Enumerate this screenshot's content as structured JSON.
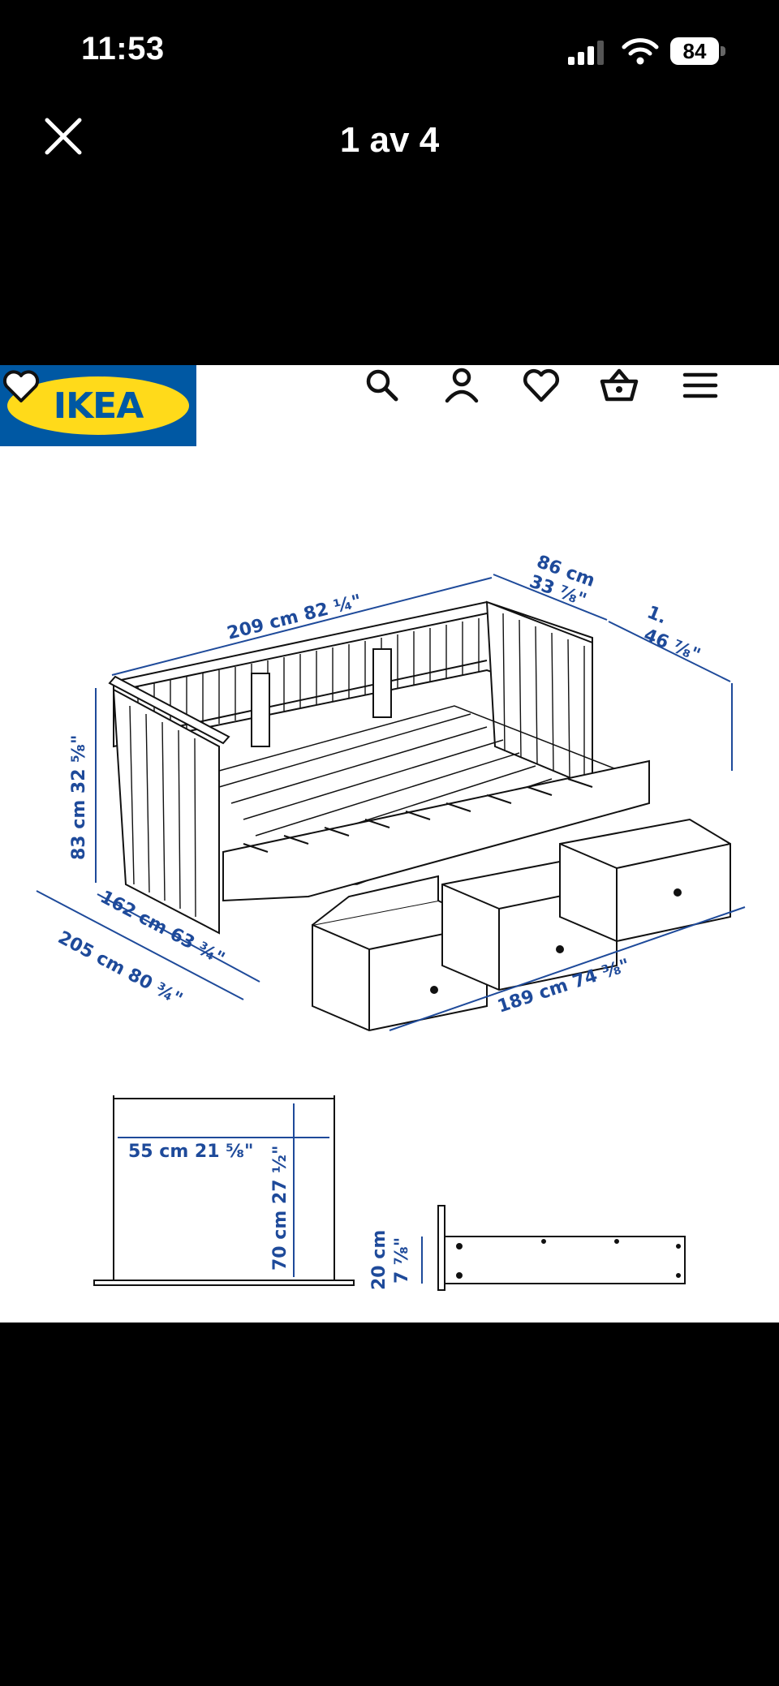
{
  "status_bar": {
    "time": "11:53",
    "battery": "84"
  },
  "viewer": {
    "title": "1 av 4"
  },
  "site": {
    "logo_text": "IKEA",
    "brand_colors": {
      "blue": "#0058a3",
      "yellow": "#ffda1a"
    },
    "nav_icons": [
      "search-icon",
      "account-icon",
      "wishlist-icon",
      "cart-icon",
      "menu-icon"
    ]
  },
  "diagram": {
    "length": "209 cm 82 ¼\"",
    "depth": "86 cm\n33 ⅞\"",
    "width_partial": "1.",
    "width_partial_in": "46 ⁷⁄₈\"",
    "height": "83 cm 32 ⅝\"",
    "inner_width": "162 cm 63 ¾\"",
    "outer_width": "205 cm 80 ¾\"",
    "drawer_length": "189 cm 74 ⅜\"",
    "drawer_width": "55 cm 21 ⅝\"",
    "drawer_depth": "70 cm 27 ½\"",
    "drawer_height_cm": "20 cm",
    "drawer_height_in": "7 ⅞\""
  }
}
